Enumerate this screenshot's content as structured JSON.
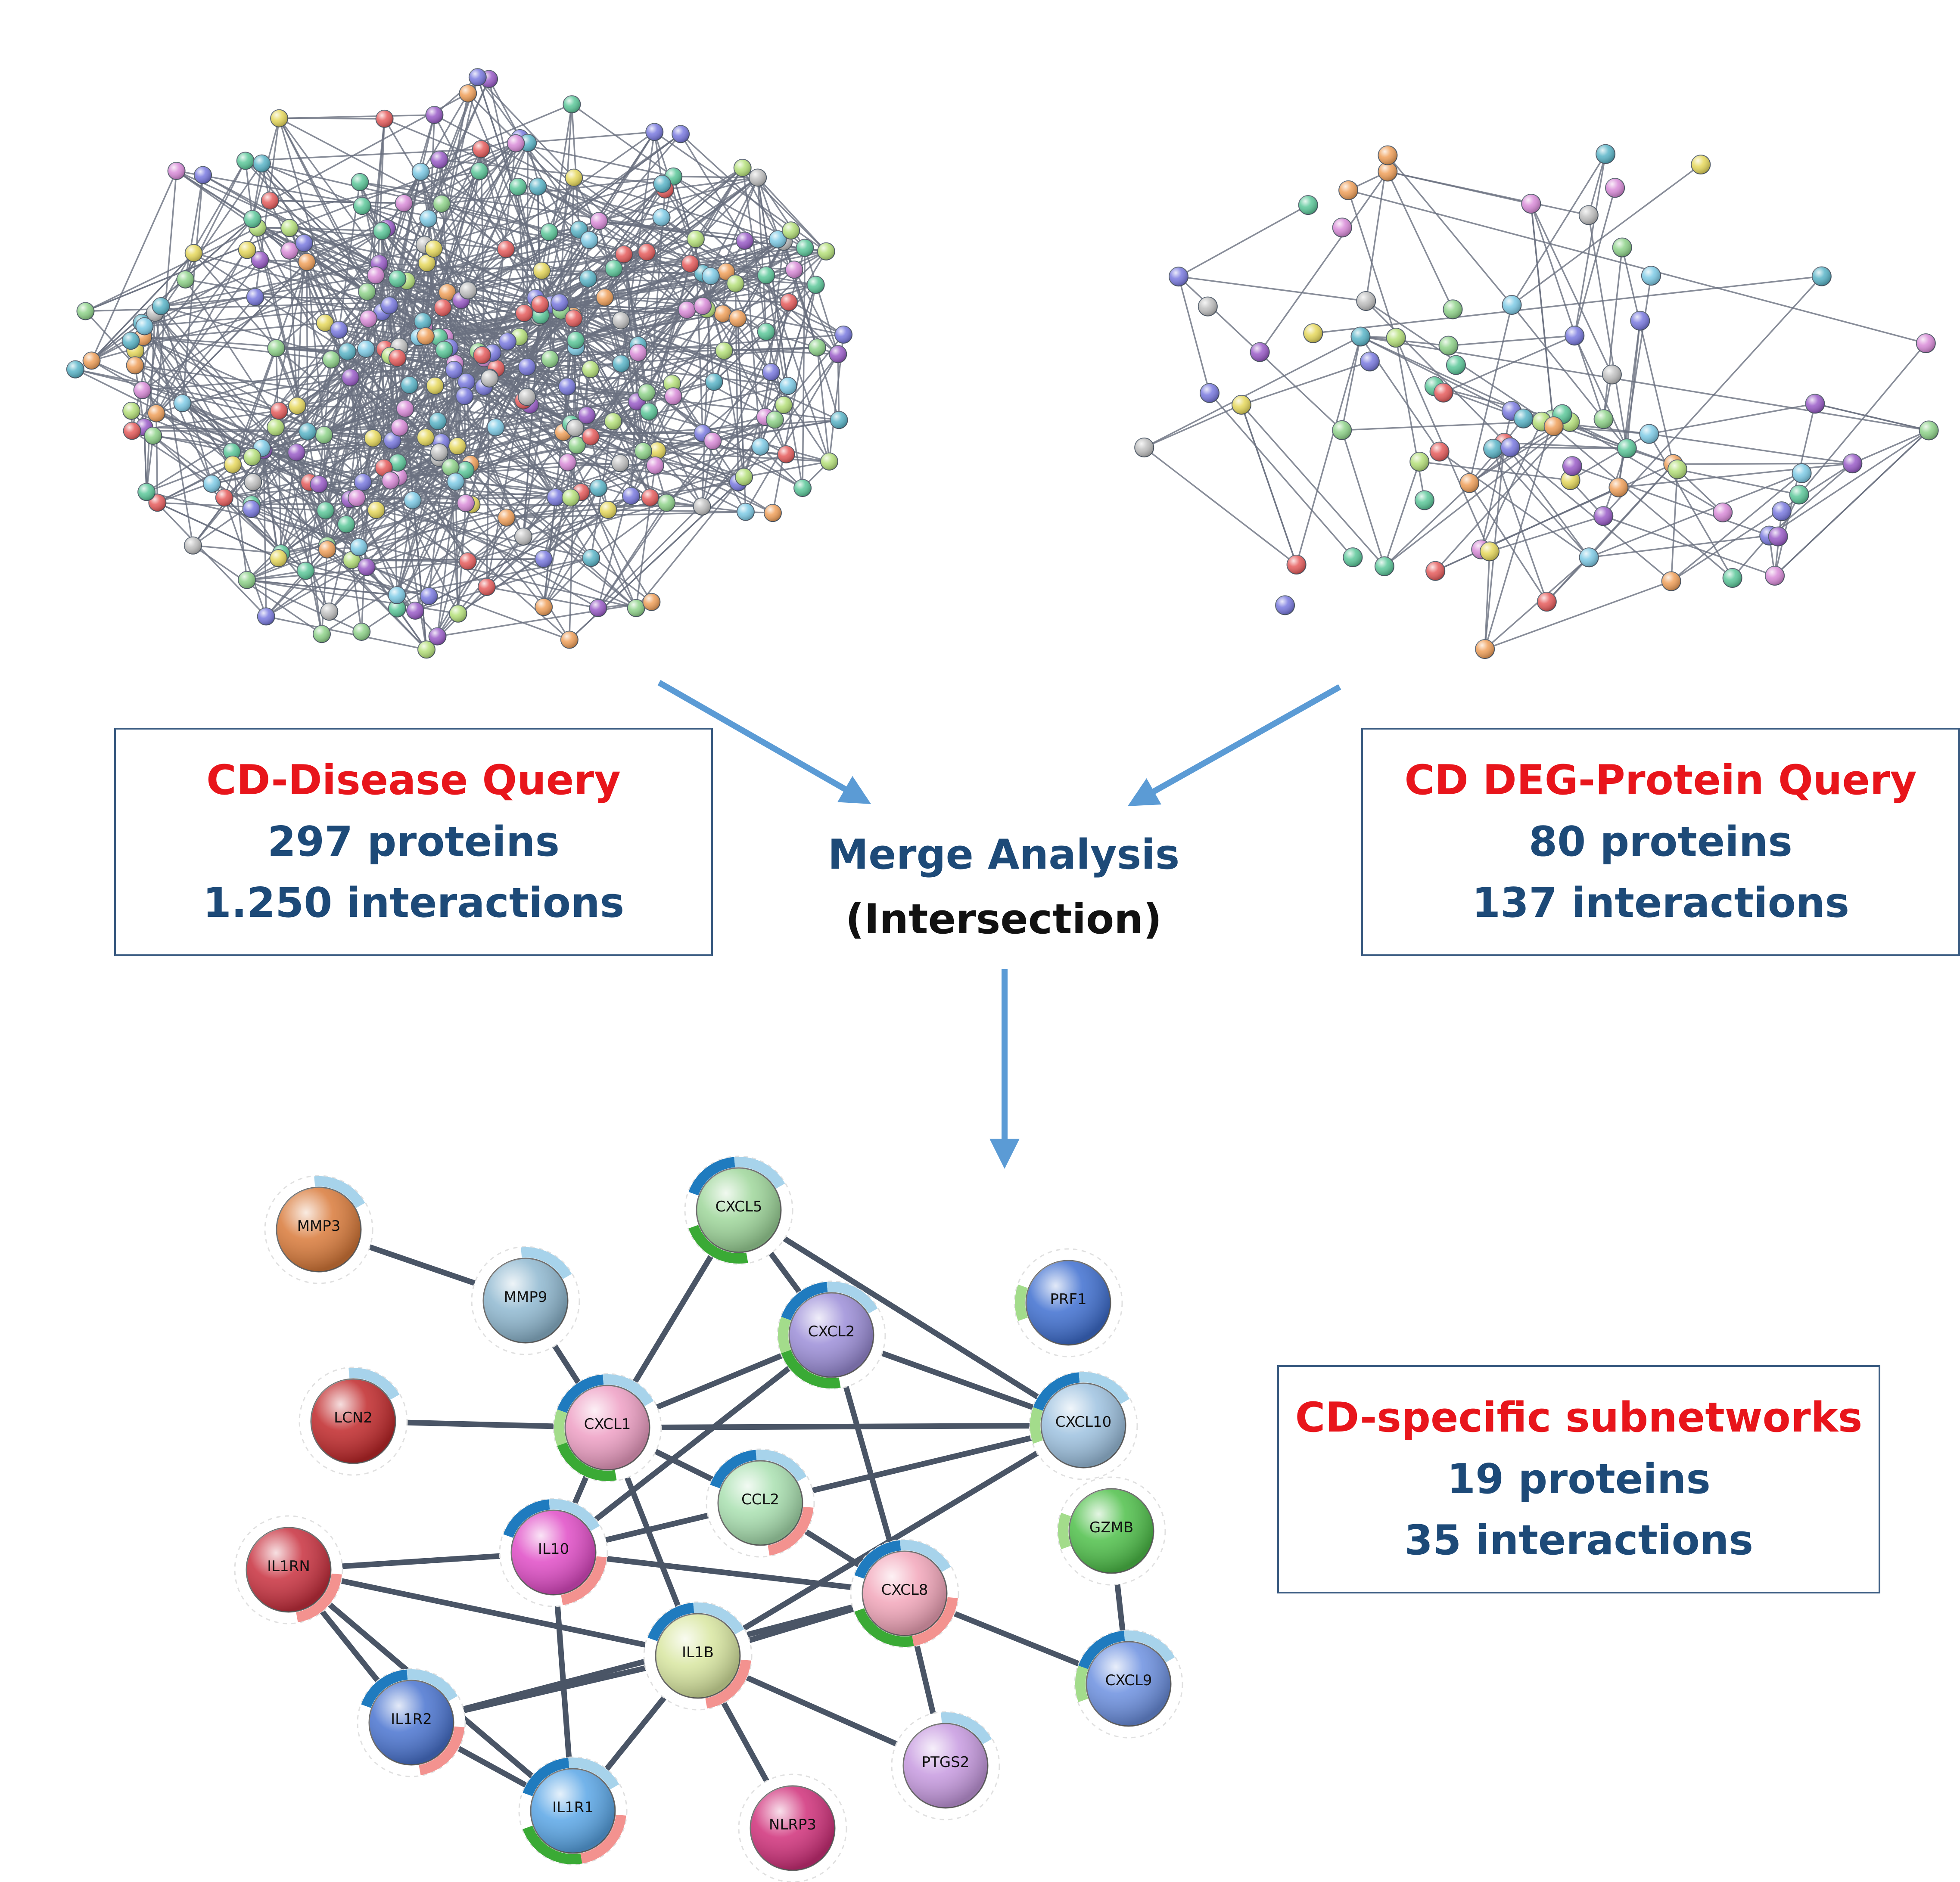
{
  "colors": {
    "red_title": "#e8151b",
    "blue_text": "#1d4a78",
    "box_border": "#3b5c82",
    "arrow": "#5b9bd5",
    "edge": "#4a5566",
    "ring_dark_blue": "#1f7bbf",
    "ring_light_blue": "#a7d3eb",
    "ring_green": "#3aaa35",
    "ring_light_green": "#a3dc8b",
    "ring_salmon": "#f3928f"
  },
  "left_box": {
    "title": "CD-Disease Query",
    "proteins": "297 proteins",
    "interactions": "1.250 interactions"
  },
  "right_box": {
    "title": "CD DEG-Protein Query",
    "proteins": "80 proteins",
    "interactions": "137 interactions"
  },
  "merge": {
    "line1": "Merge Analysis",
    "line2": "(Intersection)"
  },
  "result_box": {
    "title": "CD-specific subnetworks",
    "proteins": "19 proteins",
    "interactions": "35 interactions"
  },
  "subnetwork": {
    "nodes": [
      {
        "id": "MMP3",
        "color": "#d97a3a",
        "rings": [
          "lb"
        ]
      },
      {
        "id": "MMP9",
        "color": "#8fb8d0",
        "rings": [
          "lb"
        ]
      },
      {
        "id": "CXCL5",
        "color": "#9ed69a",
        "rings": [
          "db",
          "lb",
          "g"
        ]
      },
      {
        "id": "PRF1",
        "color": "#3f6fd0",
        "rings": [
          "lg"
        ]
      },
      {
        "id": "CXCL2",
        "color": "#9c8ed8",
        "rings": [
          "db",
          "lb",
          "g",
          "lg"
        ]
      },
      {
        "id": "LCN2",
        "color": "#c0282a",
        "rings": [
          "lb"
        ]
      },
      {
        "id": "CXCL1",
        "color": "#ee9fc4",
        "rings": [
          "db",
          "lb",
          "g",
          "lg"
        ]
      },
      {
        "id": "CXCL10",
        "color": "#9ec2e0",
        "rings": [
          "db",
          "lb",
          "lg"
        ]
      },
      {
        "id": "CCL2",
        "color": "#a9e0b0",
        "rings": [
          "db",
          "lb",
          "s"
        ]
      },
      {
        "id": "GZMB",
        "color": "#4fc04a",
        "rings": [
          "lg"
        ]
      },
      {
        "id": "IL1RN",
        "color": "#c8303e",
        "rings": [
          "s"
        ]
      },
      {
        "id": "IL10",
        "color": "#e04cc6",
        "rings": [
          "db",
          "lb",
          "s"
        ]
      },
      {
        "id": "CXCL8",
        "color": "#f2a6ba",
        "rings": [
          "db",
          "lb",
          "g",
          "s"
        ]
      },
      {
        "id": "IL1B",
        "color": "#d8e6a0",
        "rings": [
          "db",
          "lb",
          "s"
        ]
      },
      {
        "id": "CXCL9",
        "color": "#6c90e0",
        "rings": [
          "db",
          "lb",
          "lg"
        ]
      },
      {
        "id": "IL1R2",
        "color": "#4a74d0",
        "rings": [
          "db",
          "lb",
          "s"
        ]
      },
      {
        "id": "PTGS2",
        "color": "#c79ae0",
        "rings": [
          "lb"
        ]
      },
      {
        "id": "IL1R1",
        "color": "#5aa6e6",
        "rings": [
          "db",
          "lb",
          "g",
          "s"
        ]
      },
      {
        "id": "NLRP3",
        "color": "#d0307a",
        "rings": []
      }
    ],
    "edges": [
      [
        "MMP3",
        "MMP9"
      ],
      [
        "MMP9",
        "CXCL1"
      ],
      [
        "LCN2",
        "CXCL1"
      ],
      [
        "CXCL5",
        "CXCL1"
      ],
      [
        "CXCL5",
        "CXCL2"
      ],
      [
        "CXCL5",
        "CXCL10"
      ],
      [
        "CXCL2",
        "CXCL1"
      ],
      [
        "CXCL2",
        "CXCL10"
      ],
      [
        "CXCL2",
        "CXCL8"
      ],
      [
        "CXCL2",
        "IL10"
      ],
      [
        "CXCL1",
        "CXCL10"
      ],
      [
        "CXCL1",
        "CCL2"
      ],
      [
        "CXCL1",
        "IL10"
      ],
      [
        "CXCL1",
        "IL1B"
      ],
      [
        "CXCL10",
        "CCL2"
      ],
      [
        "CXCL10",
        "IL1B"
      ],
      [
        "CXCL10",
        "IL10"
      ],
      [
        "CCL2",
        "IL10"
      ],
      [
        "CCL2",
        "CXCL8"
      ],
      [
        "IL10",
        "IL1RN"
      ],
      [
        "IL10",
        "CXCL8"
      ],
      [
        "IL10",
        "IL1R1"
      ],
      [
        "IL1RN",
        "IL1B"
      ],
      [
        "IL1RN",
        "IL1R2"
      ],
      [
        "IL1RN",
        "IL1R1"
      ],
      [
        "IL1B",
        "IL1R2"
      ],
      [
        "IL1B",
        "IL1R1"
      ],
      [
        "IL1B",
        "NLRP3"
      ],
      [
        "IL1B",
        "PTGS2"
      ],
      [
        "IL1B",
        "CXCL8"
      ],
      [
        "CXCL8",
        "CXCL9"
      ],
      [
        "CXCL8",
        "PTGS2"
      ],
      [
        "CXCL8",
        "IL1R2"
      ],
      [
        "GZMB",
        "CXCL9"
      ],
      [
        "IL1R2",
        "IL1R1"
      ]
    ]
  }
}
